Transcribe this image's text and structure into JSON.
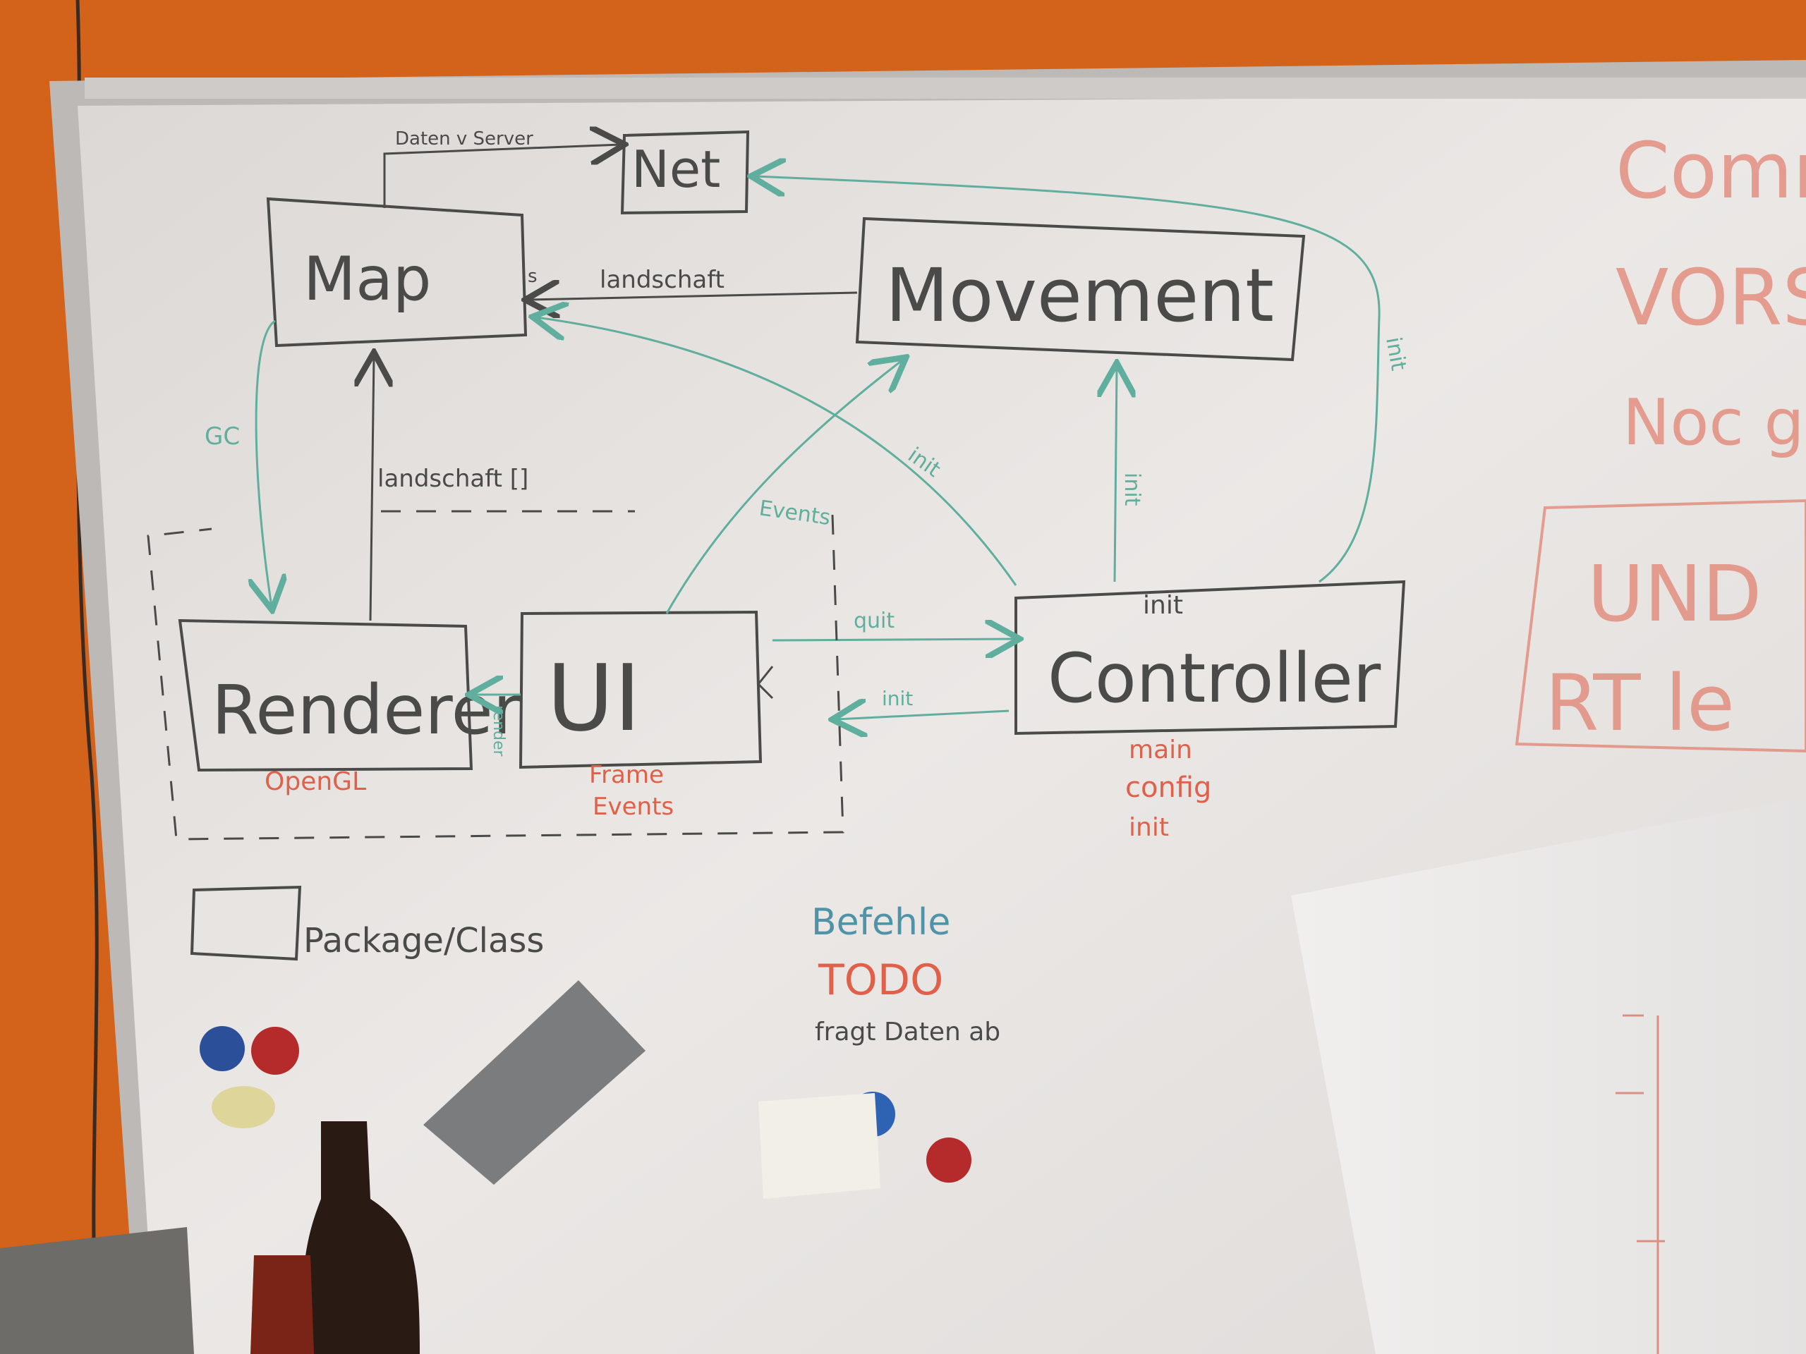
{
  "colors": {
    "wall": "#d4631a",
    "board": "#e9e6e4",
    "ink_black": "#4a4a48",
    "ink_teal": "#5fae9e",
    "ink_red": "#e0604a",
    "ink_blue": "#4f93a8"
  },
  "boxes": {
    "net": "Net",
    "map": "Map",
    "movement": "Movement",
    "renderer": "Renderer",
    "ui": "UI",
    "controller": "Controller"
  },
  "edges": {
    "map_net": "Daten v Server",
    "movement_map": "landschaft",
    "movement_map_side": "s",
    "map_renderer": "GC",
    "renderer_map": "landschaft []",
    "ui_movement": "Events",
    "controller_map": "init",
    "controller_movement": "init",
    "controller_net": "init",
    "ui_controller": "quit",
    "controller_ui": "init",
    "ui_renderer": "render",
    "controller_top": "init"
  },
  "notes": {
    "renderer": "OpenGL",
    "ui": [
      "Frame",
      "Events"
    ],
    "controller": [
      "main",
      "config",
      "init"
    ]
  },
  "legend": {
    "box_label": "Package/Class",
    "befehle": "Befehle",
    "todo": "TODO",
    "fragt": "fragt Daten ab"
  },
  "right_panel": {
    "line1": "Comm",
    "line2": "VORS",
    "line3": "Noc g",
    "line4": "UND",
    "line5": "RT  le"
  }
}
